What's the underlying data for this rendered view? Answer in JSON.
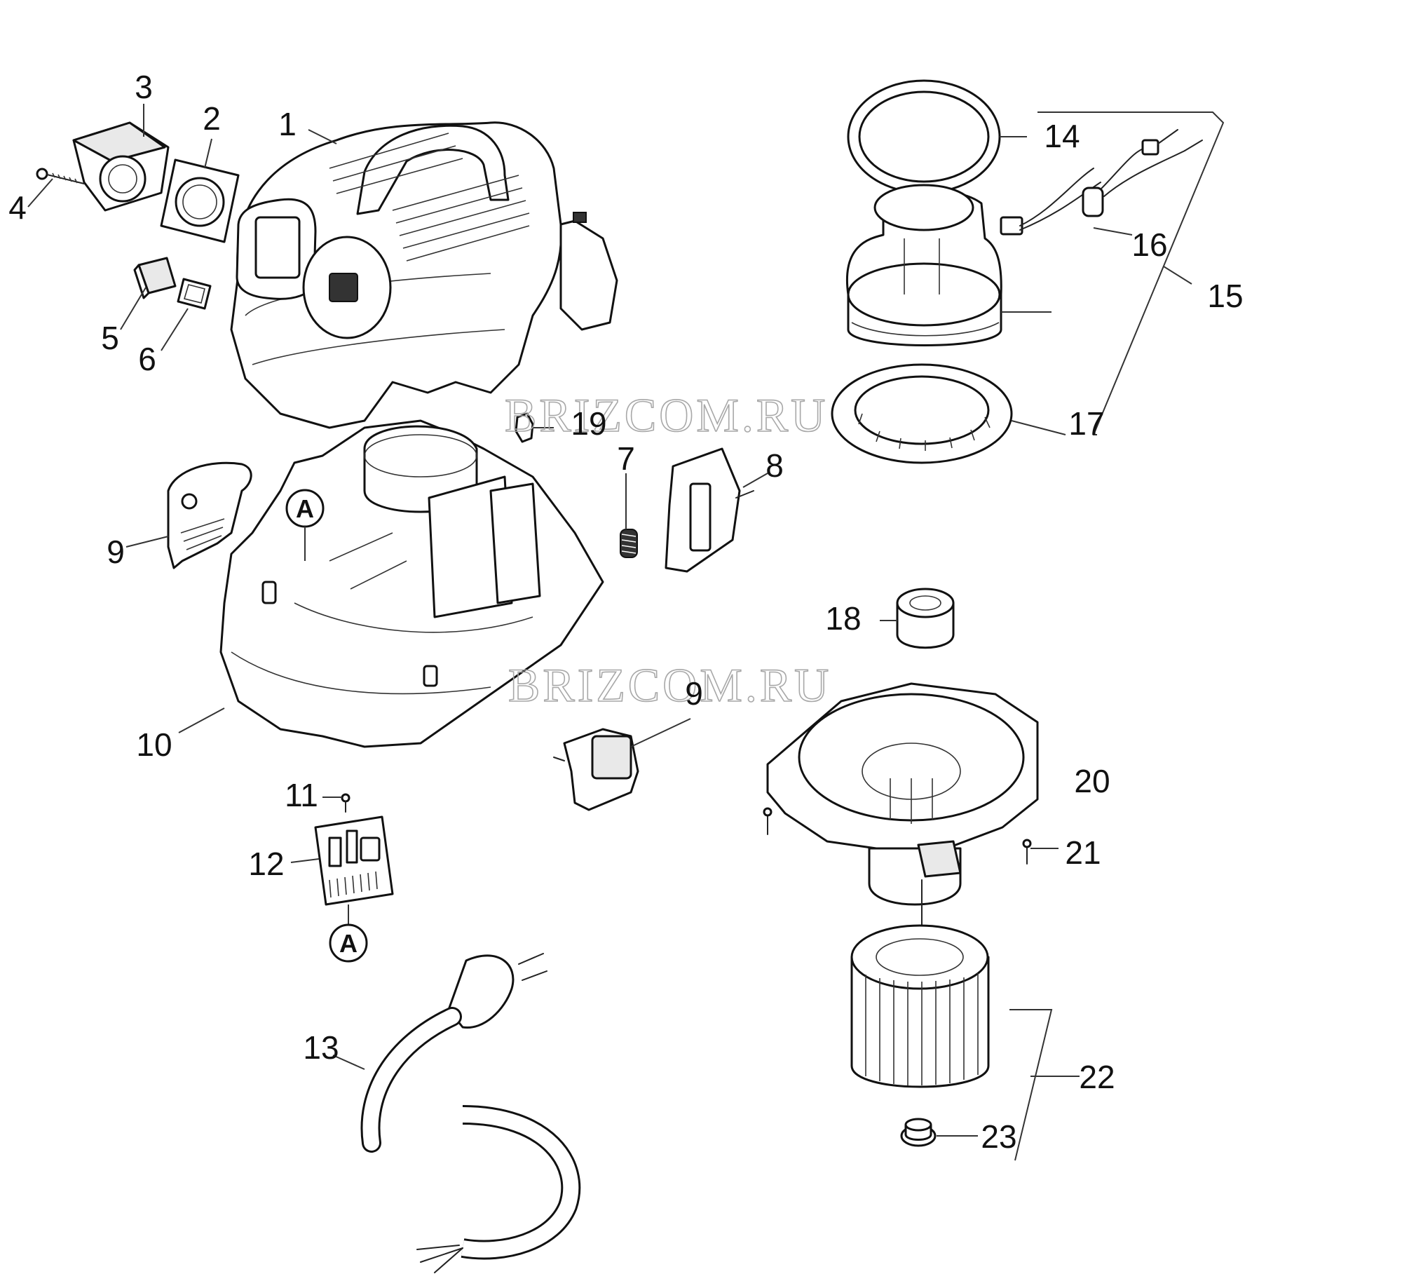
{
  "callouts": [
    "1",
    "2",
    "3",
    "4",
    "5",
    "6",
    "7",
    "8",
    "9",
    "9",
    "10",
    "11",
    "12",
    "13",
    "14",
    "15",
    "16",
    "17",
    "18",
    "19",
    "20",
    "21",
    "22",
    "23"
  ],
  "markers": [
    "A",
    "A"
  ],
  "watermark": "BRIZCOM.RU"
}
